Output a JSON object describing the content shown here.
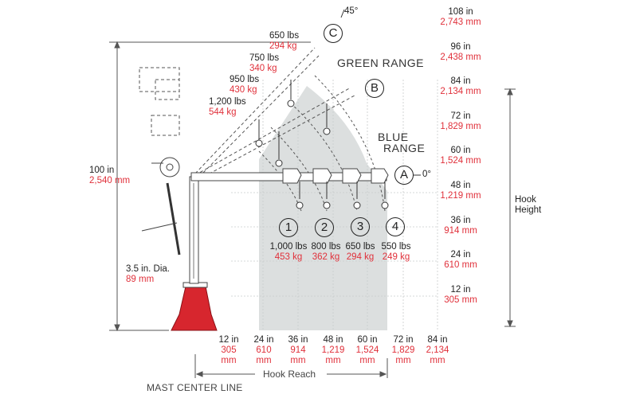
{
  "colors": {
    "metric": "#e0303a",
    "base": "#d7262e",
    "range": "#d9dcdc"
  },
  "angles": {
    "top": "45°",
    "zero": "0°"
  },
  "positions": {
    "a": "A",
    "b": "B",
    "c": "C"
  },
  "ranges": {
    "green": "GREEN RANGE",
    "blue_1": "BLUE",
    "blue_2": "RANGE"
  },
  "angled_loads": [
    {
      "lbs": "650 lbs",
      "kg": "294 kg"
    },
    {
      "lbs": "750 lbs",
      "kg": "340 kg"
    },
    {
      "lbs": "950 lbs",
      "kg": "430 kg"
    },
    {
      "lbs": "1,200 lbs",
      "kg": "544 kg"
    }
  ],
  "hook_positions": [
    {
      "num": "1",
      "lbs": "1,000 lbs",
      "kg": "453 kg"
    },
    {
      "num": "2",
      "lbs": "800 lbs",
      "kg": "362 kg"
    },
    {
      "num": "3",
      "lbs": "650 lbs",
      "kg": "294 kg"
    },
    {
      "num": "4",
      "lbs": "550 lbs",
      "kg": "249 kg"
    }
  ],
  "overall_height": {
    "in": "100 in",
    "mm": "2,540 mm"
  },
  "mast": {
    "dia_in": "3.5 in. Dia.",
    "dia_mm": "89 mm",
    "center_line": "MAST CENTER LINE"
  },
  "hook_height": {
    "label_1": "Hook",
    "label_2": "Height",
    "marks": [
      {
        "in": "108 in",
        "mm": "2,743 mm"
      },
      {
        "in": "96 in",
        "mm": "2,438 mm"
      },
      {
        "in": "84 in",
        "mm": "2,134 mm"
      },
      {
        "in": "72 in",
        "mm": "1,829 mm"
      },
      {
        "in": "60 in",
        "mm": "1,524 mm"
      },
      {
        "in": "48 in",
        "mm": "1,219 mm"
      },
      {
        "in": "36 in",
        "mm": "914 mm"
      },
      {
        "in": "24 in",
        "mm": "610 mm"
      },
      {
        "in": "12 in",
        "mm": "305 mm"
      }
    ]
  },
  "hook_reach": {
    "label": "Hook Reach",
    "marks": [
      {
        "in": "12 in",
        "mm": "305",
        "unit": "mm"
      },
      {
        "in": "24 in",
        "mm": "610",
        "unit": "mm"
      },
      {
        "in": "36 in",
        "mm": "914",
        "unit": "mm"
      },
      {
        "in": "48 in",
        "mm": "1,219",
        "unit": "mm"
      },
      {
        "in": "60 in",
        "mm": "1,524",
        "unit": "mm"
      },
      {
        "in": "72 in",
        "mm": "1,829",
        "unit": "mm"
      },
      {
        "in": "84 in",
        "mm": "2,134",
        "unit": "mm"
      }
    ]
  }
}
